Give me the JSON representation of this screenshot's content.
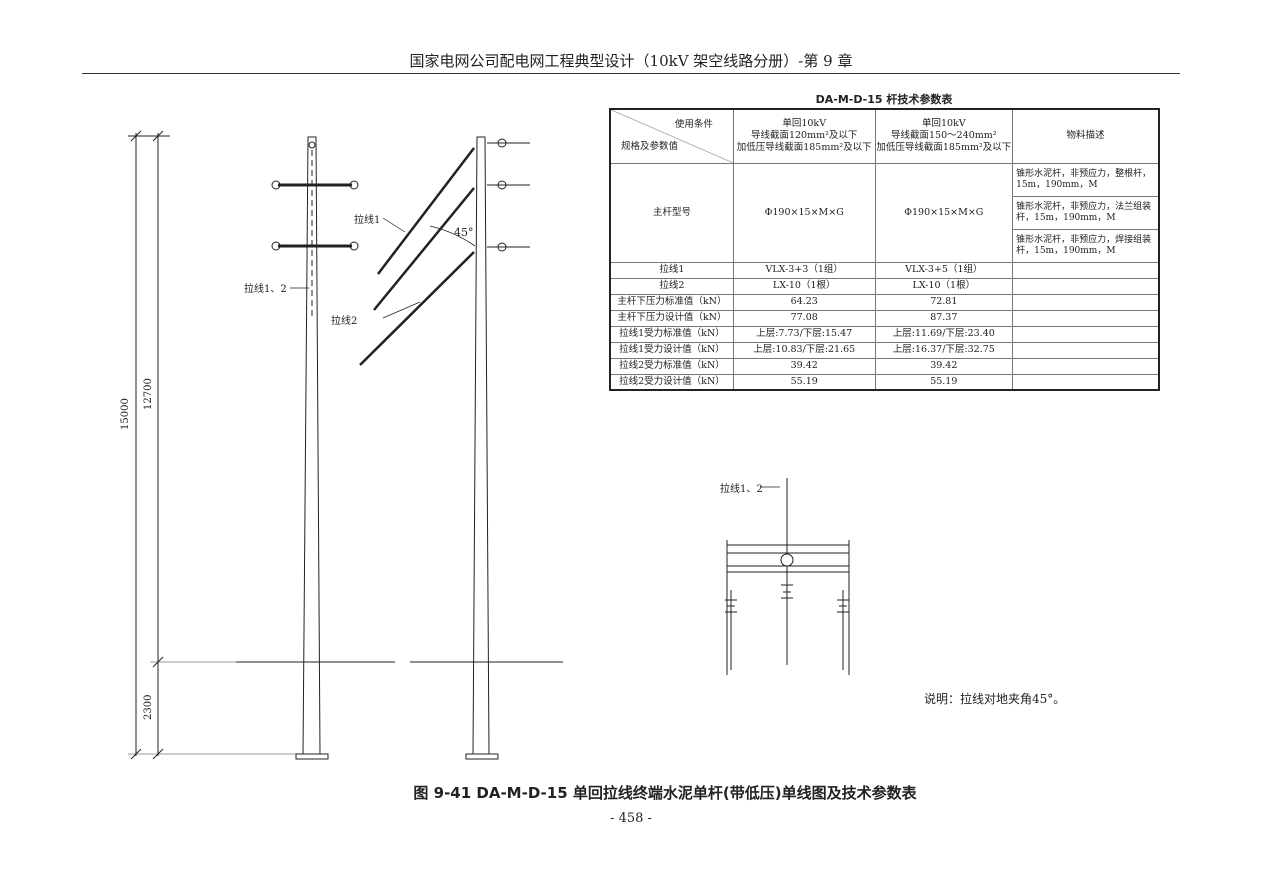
{
  "header": "国家电网公司配电网工程典型设计（10kV 架空线路分册）-第 9 章",
  "table": {
    "title": "DA-M-D-15 杆技术参数表",
    "corner_top": "使用条件",
    "corner_bottom": "规格及参数值",
    "col1": [
      "单回10kV",
      "导线截面120mm²及以下",
      "加低压导线截面185mm²及以下"
    ],
    "col2": [
      "单回10kV",
      "导线截面150～240mm²",
      "加低压导线截面185mm²及以下"
    ],
    "col3": "物料描述",
    "main_label": "主杆型号",
    "main_v1": "Φ190×15×M×G",
    "main_v2": "Φ190×15×M×G",
    "main_desc": [
      "锥形水泥杆，非预应力，整根杆，15m，190mm，M",
      "锥形水泥杆，非预应力，法兰组装杆，15m，190mm，M",
      "锥形水泥杆，非预应力，焊接组装杆，15m，190mm，M"
    ],
    "rows": [
      {
        "label": "拉线1",
        "v1": "VLX-3+3（1组）",
        "v2": "VLX-3+5（1组）"
      },
      {
        "label": "拉线2",
        "v1": "LX-10（1根）",
        "v2": "LX-10（1根）"
      },
      {
        "label": "主杆下压力标准值（kN）",
        "v1": "64.23",
        "v2": "72.81"
      },
      {
        "label": "主杆下压力设计值（kN）",
        "v1": "77.08",
        "v2": "87.37"
      },
      {
        "label": "拉线1受力标准值（kN）",
        "v1": "上层:7.73/下层:15.47",
        "v2": "上层:11.69/下层:23.40"
      },
      {
        "label": "拉线1受力设计值（kN）",
        "v1": "上层:10.83/下层:21.65",
        "v2": "上层:16.37/下层:32.75"
      },
      {
        "label": "拉线2受力标准值（kN）",
        "v1": "39.42",
        "v2": "39.42"
      },
      {
        "label": "拉线2受力设计值（kN）",
        "v1": "55.19",
        "v2": "55.19"
      }
    ]
  },
  "drawing": {
    "dim_total": "15000",
    "dim_above": "12700",
    "dim_below": "2300",
    "label_guy12": "拉线1、2",
    "label_guy1": "拉线1",
    "label_guy2": "拉线2",
    "angle": "45°",
    "label_top_view": "拉线1、2"
  },
  "note": "说明：拉线对地夹角45°。",
  "caption": "图 9-41  DA-M-D-15 单回拉线终端水泥单杆(带低压)单线图及技术参数表",
  "page_number": "- 458 -"
}
